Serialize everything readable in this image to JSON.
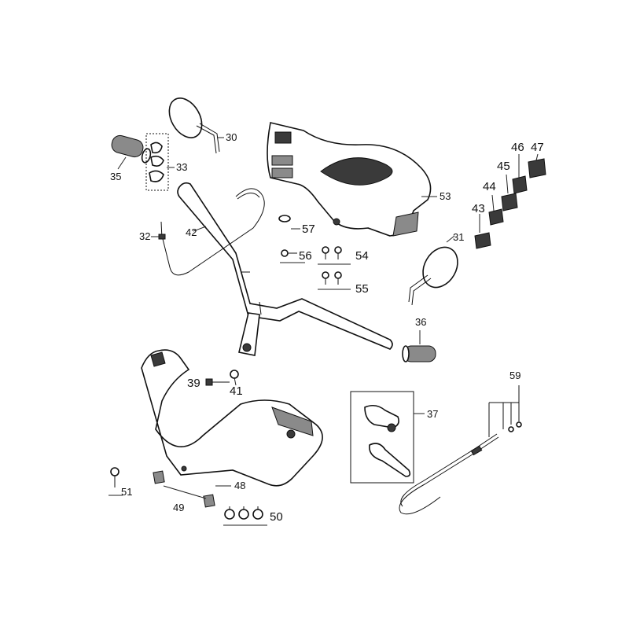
{
  "labels": {
    "p30": "30",
    "p31": "31",
    "p32": "32",
    "p33": "33",
    "p35": "35",
    "p36": "36",
    "p37": "37",
    "p39": "39",
    "p41": "41",
    "p42": "42",
    "p43": "43",
    "p44": "44",
    "p45": "45",
    "p46": "46",
    "p47": "47",
    "p48": "48",
    "p49": "49",
    "p50": "50",
    "p51": "51",
    "p53": "53",
    "p54": "54",
    "p55": "55",
    "p56": "56",
    "p57": "57",
    "p59": "59"
  }
}
